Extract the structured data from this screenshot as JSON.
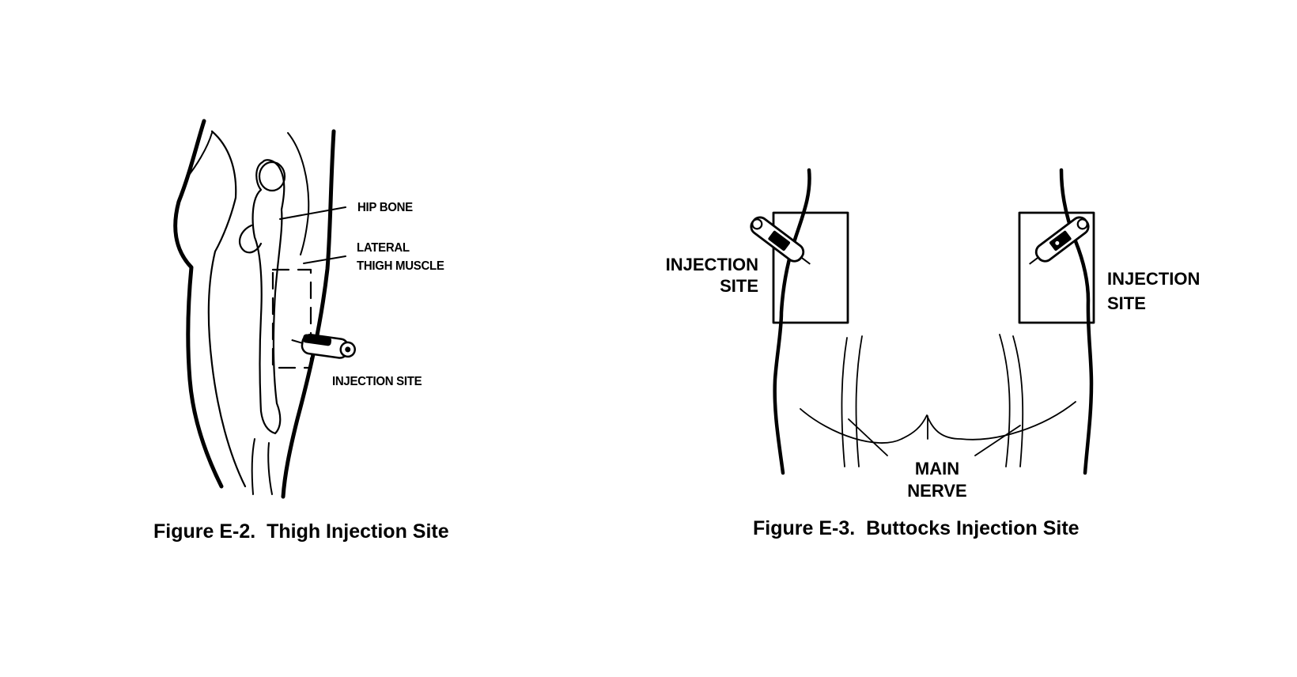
{
  "figure_thigh": {
    "labels": {
      "hip_bone": "HIP BONE",
      "lateral_line1": "LATERAL",
      "lateral_line2": "THIGH MUSCLE",
      "injection_site": "INJECTION SITE"
    },
    "caption": "Figure E-2.  Thigh Injection Site"
  },
  "figure_buttocks": {
    "labels": {
      "left_site_line1": "INJECTION",
      "left_site_line2": "SITE",
      "right_site_line1": "INJECTION",
      "right_site_line2": "SITE",
      "nerve_line1": "MAIN",
      "nerve_line2": "NERVE"
    },
    "caption": "Figure E-3.  Buttocks Injection Site"
  },
  "colors": {
    "ink": "#000000",
    "paper": "#ffffff"
  }
}
